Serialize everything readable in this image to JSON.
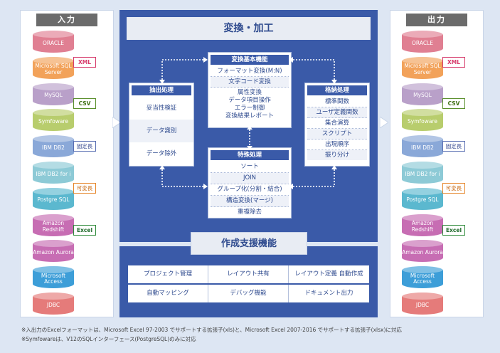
{
  "input": {
    "header": "入力",
    "dbs": [
      {
        "label": "ORACLE",
        "color": "#e07f92"
      },
      {
        "label": "Microsoft SQL Server",
        "color": "#f2a25a"
      },
      {
        "label": "MySQL",
        "color": "#b9a0c9"
      },
      {
        "label": "Symfoware",
        "color": "#b8cd6d"
      },
      {
        "label": "IBM DB2",
        "color": "#8aa8d8"
      },
      {
        "label": "IBM DB2 for i",
        "color": "#8dcad6"
      },
      {
        "label": "Postgre SQL",
        "color": "#5bb8cf"
      },
      {
        "label": "Amazon Redshift",
        "color": "#c76db3"
      },
      {
        "label": "Amazon Aurora",
        "color": "#c76db3"
      },
      {
        "label": "Microsoft Access",
        "color": "#3d9ed8"
      },
      {
        "label": "JDBC",
        "color": "#e57b7a"
      }
    ]
  },
  "output": {
    "header": "出力",
    "dbs": [
      {
        "label": "ORACLE",
        "color": "#e07f92"
      },
      {
        "label": "Microsoft SQL Server",
        "color": "#f2a25a"
      },
      {
        "label": "MySQL",
        "color": "#b9a0c9"
      },
      {
        "label": "Symfoware",
        "color": "#b8cd6d"
      },
      {
        "label": "IBM DB2",
        "color": "#8aa8d8"
      },
      {
        "label": "IBM DB2 for i",
        "color": "#8dcad6"
      },
      {
        "label": "Postgre SQL",
        "color": "#5bb8cf"
      },
      {
        "label": "Amazon Redshift",
        "color": "#c76db3"
      },
      {
        "label": "Amazon Aurora",
        "color": "#c76db3"
      },
      {
        "label": "Microsoft Access",
        "color": "#3d9ed8"
      },
      {
        "label": "JDBC",
        "color": "#e57b7a"
      }
    ]
  },
  "tags": {
    "xml": "XML",
    "csv": "CSV",
    "fixed": "固定長",
    "variable": "可変長",
    "excel": "Excel"
  },
  "main": {
    "title": "変換・加工",
    "extract": {
      "head": "抽出処理",
      "rows": [
        "妥当性検証",
        "データ識別",
        "データ除外"
      ]
    },
    "basic": {
      "head": "変換基本機能",
      "rows": [
        "フォーマット変換(M:N)",
        "文字コード変換",
        "属性変換",
        "データ項目操作",
        "エラー制御",
        "変換結果レポート"
      ]
    },
    "store": {
      "head": "格納処理",
      "rows": [
        "標準関数",
        "ユーザ定義関数",
        "集合演算",
        "スクリプト",
        "出現順序",
        "振り分け"
      ]
    },
    "special": {
      "head": "特殊処理",
      "rows": [
        "ソート",
        "JOIN",
        "グループ化(分割・結合)",
        "構造変換(マージ)",
        "重複除去"
      ]
    }
  },
  "support": {
    "title": "作成支援機能",
    "items": [
      "プロジェクト管理",
      "レイアウト共有",
      "レイアウト定義 自動作成",
      "自動マッピング",
      "デバッグ機能",
      "ドキュメント出力"
    ]
  },
  "notes": [
    "※入出力のExcelフォーマットは、Microsoft Excel 97-2003 でサポートする拡張子(xls)と、Microsoft Excel 2007-2016 でサポートする拡張子(xlsx)に対応",
    "※Symfowareは、V12のSQLインターフェース(PostgreSQL)のみに対応"
  ]
}
